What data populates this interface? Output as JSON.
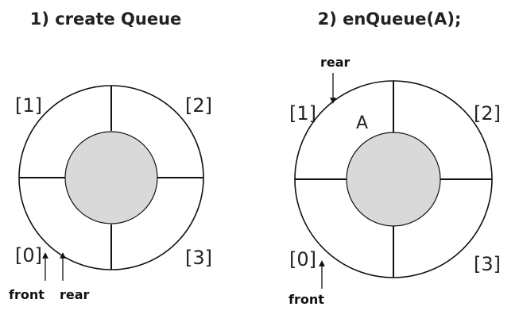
{
  "panels": [
    {
      "title": "1) create Queue",
      "indices": [
        "[0]",
        "[1]",
        "[2]",
        "[3]"
      ],
      "values": [
        "",
        "",
        "",
        ""
      ],
      "pointers": {
        "front": "front",
        "rear": "rear"
      }
    },
    {
      "title": "2) enQueue(A);",
      "indices": [
        "[0]",
        "[1]",
        "[2]",
        "[3]"
      ],
      "values": [
        "",
        "A",
        "",
        ""
      ],
      "pointers": {
        "front": "front",
        "rear": "rear"
      }
    }
  ],
  "colors": {
    "ring_fill": "#ffffff",
    "ring_stroke": "#111111",
    "hub_fill": "#d9d9d9",
    "text": "#222222"
  }
}
